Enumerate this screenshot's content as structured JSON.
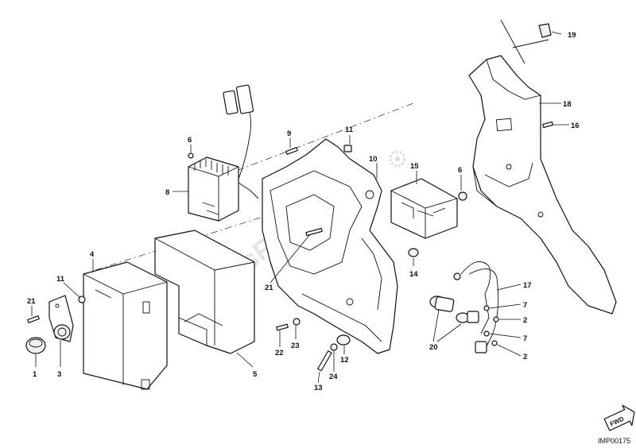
{
  "diagram": {
    "watermark": "PartsRepublik",
    "code": "IMP00175",
    "fwd_label": "FWD",
    "callouts": [
      "1",
      "2",
      "2",
      "3",
      "4",
      "5",
      "6",
      "6",
      "7",
      "7",
      "8",
      "9",
      "10",
      "11",
      "11",
      "12",
      "13",
      "14",
      "15",
      "16",
      "17",
      "18",
      "19",
      "20",
      "21",
      "21",
      "22",
      "23",
      "24"
    ]
  }
}
